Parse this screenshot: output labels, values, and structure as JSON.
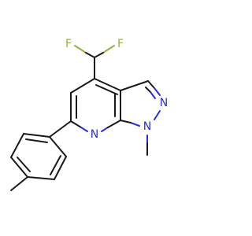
{
  "molecule": {
    "atoms": {
      "fluorine_left": "F",
      "fluorine_right": "F",
      "pyridine_nitrogen": "N",
      "pyrazole_n1": "N",
      "pyrazole_n2": "N"
    },
    "colors": {
      "bond": "#1a1a1a",
      "nitrogen": "#2e2ed6",
      "fluorine": "#8fb33a",
      "background": "#ffffff"
    }
  }
}
